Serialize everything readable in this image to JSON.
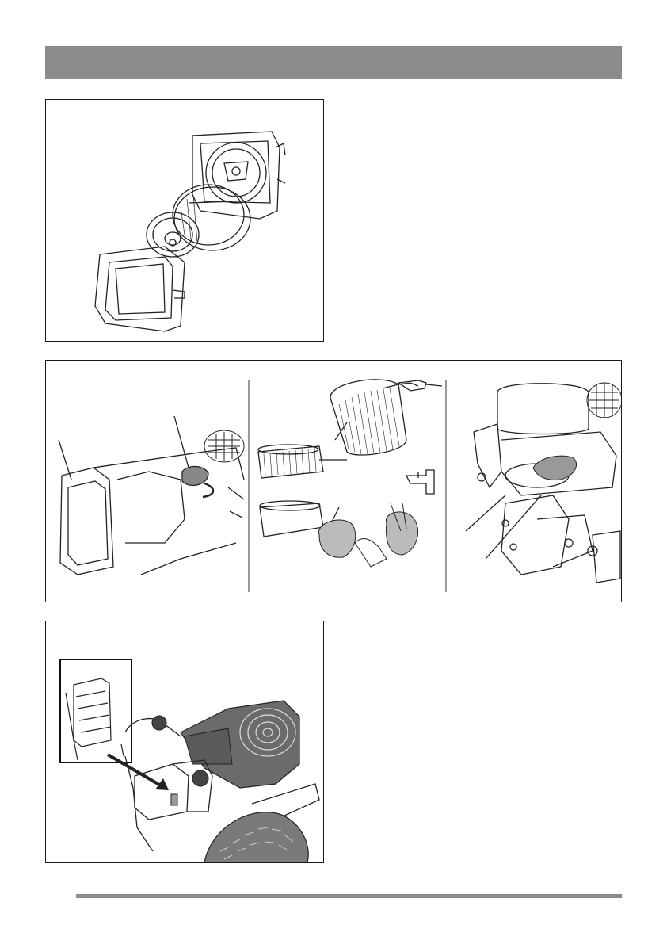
{
  "page": {
    "header_bar_color": "#8c8c8c",
    "footer_rule_color": "#8c8c8c"
  },
  "figures": [
    {
      "name": "air-filter-exploded-illustration",
      "icon": "air-filter-assembly-icon"
    },
    {
      "name": "air-filter-service-panel",
      "icon": "air-filter-cleaning-steps-icon"
    },
    {
      "name": "battery-location-illustration",
      "icon": "battery-inset-icon"
    }
  ]
}
